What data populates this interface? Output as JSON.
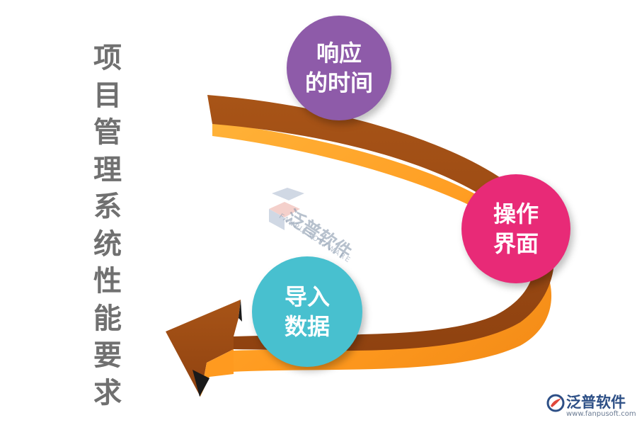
{
  "title": "项目管理系统性能要求",
  "bubbles": {
    "response": {
      "line1": "响应",
      "line2": "的时间",
      "color": "#8e5ba9"
    },
    "ui": {
      "line1": "操作",
      "line2": "界面",
      "color": "#e82a77"
    },
    "import": {
      "line1": "导入",
      "line2": "数据",
      "color": "#48c0cf"
    }
  },
  "watermark": {
    "text": "泛普软件",
    "sub": "FANPU SOFTWARE"
  },
  "brand": {
    "name": "泛普软件",
    "url": "www.fanpusoft.com"
  },
  "colors": {
    "arrow_top": "#9f4b14",
    "arrow_side": "#ff9a1f",
    "arrow_shadow": "#1a1a1a",
    "title": "#707070"
  }
}
